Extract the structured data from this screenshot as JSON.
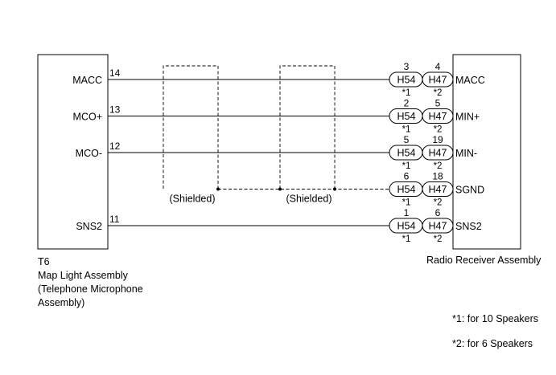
{
  "left_component": {
    "id": "T6",
    "name_lines": [
      "Map Light Assembly",
      "(Telephone Microphone",
      "Assembly)"
    ]
  },
  "right_component": {
    "name": "Radio Receiver Assembly"
  },
  "connectors": [
    "H54",
    "H47"
  ],
  "rows": [
    {
      "left_signal": "MACC",
      "left_pin": "14",
      "h54_pin": "3",
      "h47_pin": "4",
      "right_signal": "MACC",
      "shielded": false,
      "wired": true
    },
    {
      "left_signal": "MCO+",
      "left_pin": "13",
      "h54_pin": "2",
      "h47_pin": "5",
      "right_signal": "MIN+",
      "shielded": false,
      "wired": true
    },
    {
      "left_signal": "MCO-",
      "left_pin": "12",
      "h54_pin": "5",
      "h47_pin": "19",
      "right_signal": "MIN-",
      "shielded": false,
      "wired": true
    },
    {
      "left_signal": "",
      "left_pin": "",
      "h54_pin": "6",
      "h47_pin": "18",
      "right_signal": "SGND",
      "shielded": true,
      "wired": false
    },
    {
      "left_signal": "SNS2",
      "left_pin": "11",
      "h54_pin": "1",
      "h47_pin": "6",
      "right_signal": "SNS2",
      "shielded": false,
      "wired": true
    }
  ],
  "variant_marks": [
    "*1",
    "*2"
  ],
  "shield_label": "(Shielded)",
  "notes": [
    "*1: for 10 Speakers",
    "*2: for 6 Speakers"
  ]
}
